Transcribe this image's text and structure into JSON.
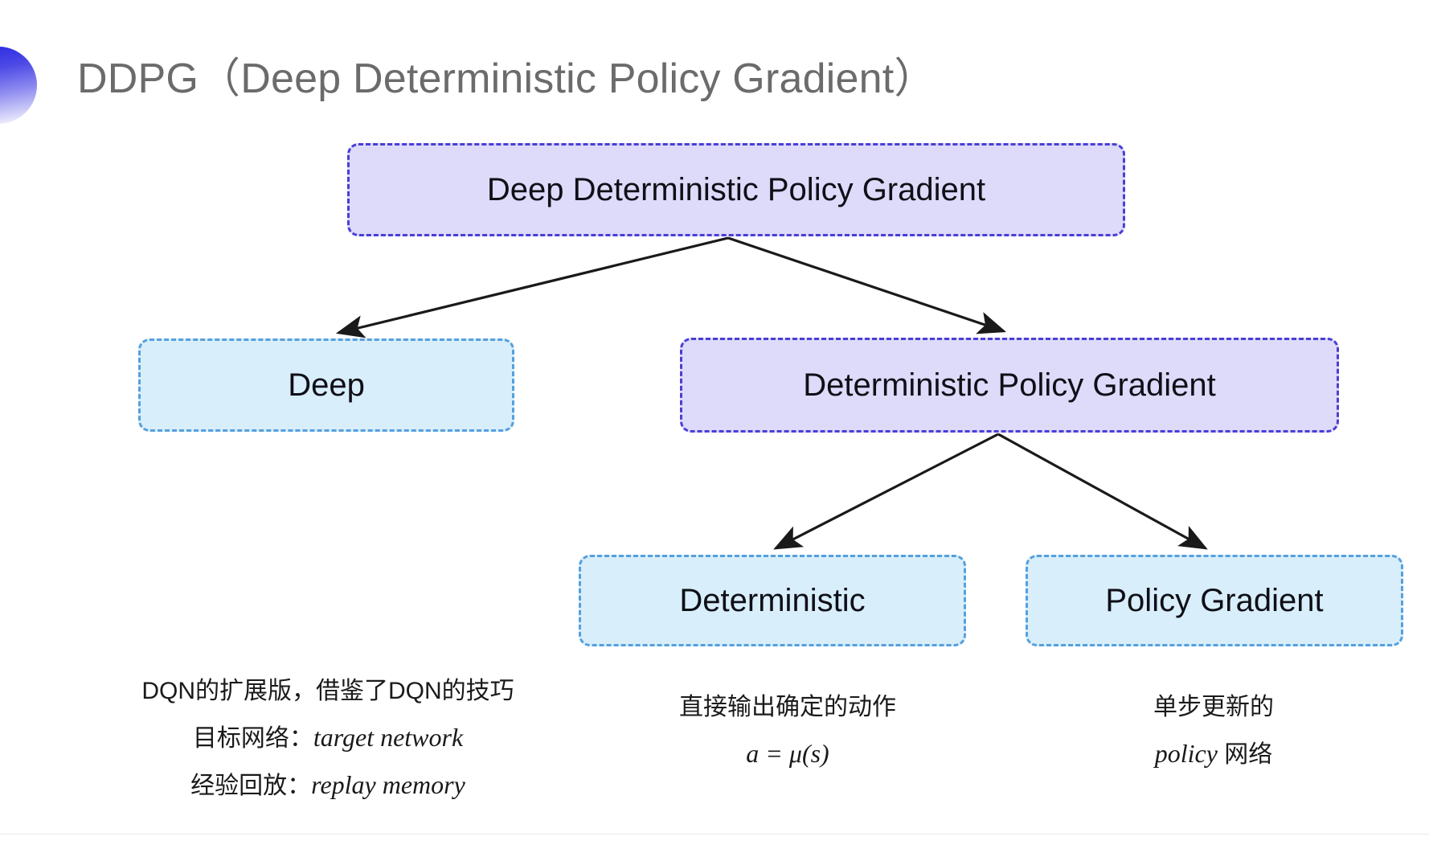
{
  "slide": {
    "title": "DDPG（Deep Deterministic Policy Gradient）",
    "bullet_icon": "gradient-half-circle-bullet",
    "title_color": "#6b6b6b",
    "background": "#ffffff"
  },
  "palette": {
    "purple_fill": "#dedaf9",
    "purple_border": "#4a3ed6",
    "cyan_fill": "#d8eefa",
    "cyan_border": "#55a0dd",
    "arrow_color": "#1a1a1a",
    "text_color": "#0f0f17"
  },
  "diagram": {
    "type": "tree",
    "nodes": [
      {
        "id": "root",
        "label": "Deep Deterministic Policy Gradient",
        "style": "purple",
        "level": 0
      },
      {
        "id": "deep",
        "label": "Deep",
        "style": "cyan",
        "level": 1
      },
      {
        "id": "dpg",
        "label": "Deterministic Policy Gradient",
        "style": "purple",
        "level": 1
      },
      {
        "id": "det",
        "label": "Deterministic",
        "style": "cyan",
        "level": 2
      },
      {
        "id": "pg",
        "label": "Policy Gradient",
        "style": "cyan",
        "level": 2
      }
    ],
    "edges": [
      {
        "from": "root",
        "to": "deep"
      },
      {
        "from": "root",
        "to": "dpg"
      },
      {
        "from": "dpg",
        "to": "det"
      },
      {
        "from": "dpg",
        "to": "pg"
      }
    ]
  },
  "annotations": {
    "deep": {
      "line1": "DQN的扩展版，借鉴了DQN的技巧",
      "line2_label": "目标网络：",
      "line2_term": "target network",
      "line3_label": "经验回放：",
      "line3_term": "replay memory"
    },
    "deterministic": {
      "line1": "直接输出确定的动作",
      "formula": "a = μ(s)"
    },
    "policy_gradient": {
      "line1": "单步更新的",
      "line2_term": "policy",
      "line2_suffix": " 网络"
    }
  }
}
